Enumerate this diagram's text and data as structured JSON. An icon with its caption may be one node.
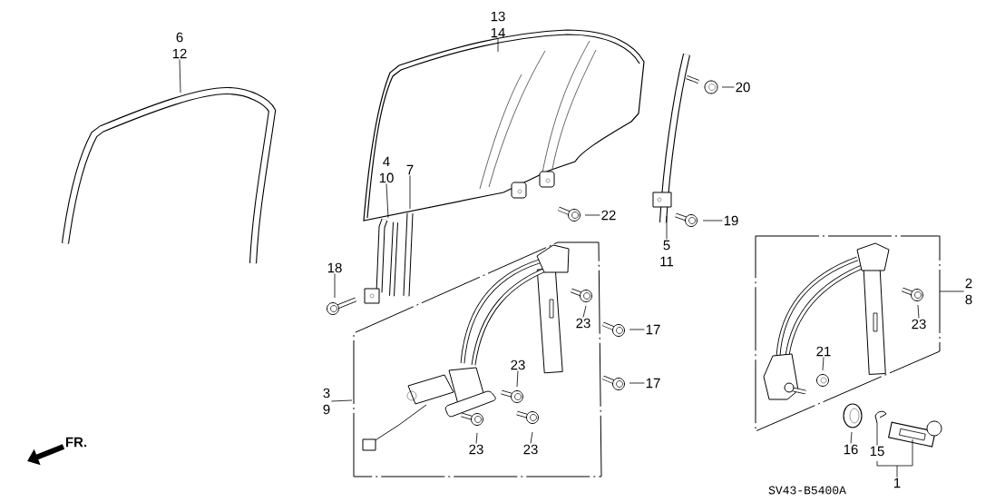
{
  "diagram": {
    "nodes": [
      {
        "text": [
          "6",
          "12"
        ]
      },
      {
        "text": [
          "13",
          "14"
        ]
      },
      {
        "text": [
          "20"
        ]
      },
      {
        "text": [
          "4",
          "10"
        ]
      },
      {
        "text": [
          "7"
        ]
      },
      {
        "text": [
          "22"
        ]
      },
      {
        "text": [
          "19"
        ]
      },
      {
        "text": [
          "5",
          "11"
        ]
      },
      {
        "text": [
          "18"
        ]
      },
      {
        "text": [
          "2",
          "8"
        ]
      },
      {
        "text": [
          "23"
        ]
      },
      {
        "text": [
          "17"
        ]
      },
      {
        "text": [
          "23"
        ]
      },
      {
        "text": [
          "21"
        ]
      },
      {
        "text": [
          "23"
        ]
      },
      {
        "text": [
          "17"
        ]
      },
      {
        "text": [
          "3",
          "9"
        ]
      },
      {
        "text": [
          "23"
        ]
      },
      {
        "text": [
          "23"
        ]
      },
      {
        "text": [
          "16"
        ]
      },
      {
        "text": [
          "15"
        ]
      },
      {
        "text": [
          "1"
        ]
      }
    ],
    "edges": [
      {
        "from": 0,
        "to": null,
        "arrow": "none"
      },
      {
        "from": 1,
        "to": null,
        "arrow": "none"
      },
      {
        "from": 2,
        "to": null,
        "arrow": "none"
      },
      {
        "from": 3,
        "to": null,
        "arrow": "none"
      },
      {
        "from": 4,
        "to": null,
        "arrow": "none"
      },
      {
        "from": 5,
        "to": null,
        "arrow": "none"
      },
      {
        "from": 6,
        "to": null,
        "arrow": "none"
      },
      {
        "from": 7,
        "to": null,
        "arrow": "none"
      },
      {
        "from": 8,
        "to": null,
        "arrow": "none"
      },
      {
        "from": 9,
        "to": null,
        "arrow": "none"
      },
      {
        "from": 10,
        "to": null,
        "arrow": "none"
      },
      {
        "from": 11,
        "to": null,
        "arrow": "none"
      },
      {
        "from": 12,
        "to": null,
        "arrow": "none"
      },
      {
        "from": 13,
        "to": null,
        "arrow": "none"
      },
      {
        "from": 14,
        "to": null,
        "arrow": "none"
      },
      {
        "from": 15,
        "to": null,
        "arrow": "none"
      },
      {
        "from": 16,
        "to": null,
        "arrow": "none"
      },
      {
        "from": 17,
        "to": null,
        "arrow": "none"
      },
      {
        "from": 18,
        "to": null,
        "arrow": "none"
      },
      {
        "from": 19,
        "to": null,
        "arrow": "none"
      },
      {
        "from": 20,
        "to": null,
        "arrow": "none"
      },
      {
        "from": 21,
        "to": null,
        "arrow": "none"
      }
    ],
    "labels": [
      "FR.",
      "SV43-B5400A"
    ]
  }
}
